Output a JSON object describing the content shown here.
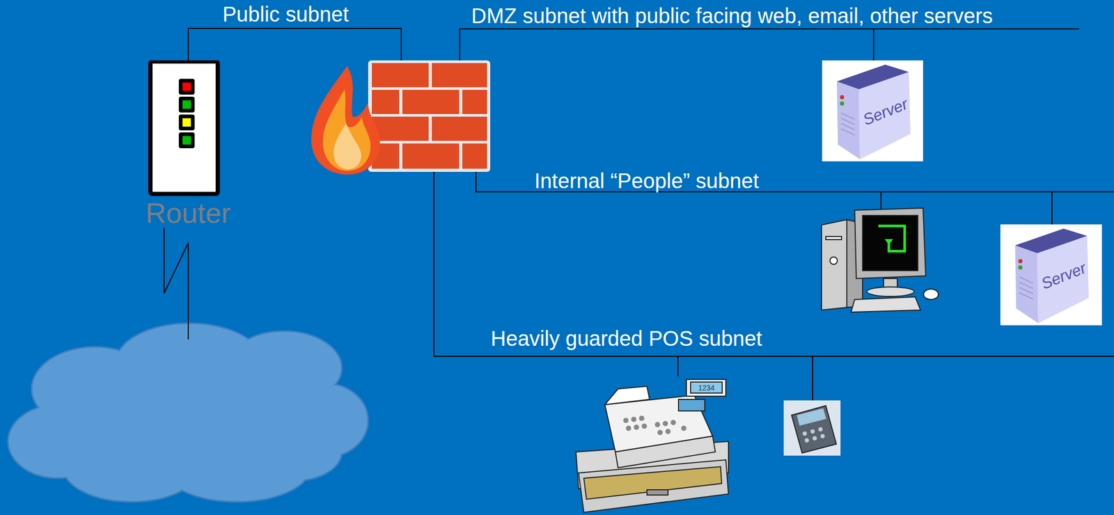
{
  "diagram": {
    "nodes": [
      {
        "text": [
          "Router"
        ]
      },
      {
        "text": [
          "Server"
        ]
      },
      {
        "text": [
          "Server"
        ]
      }
    ],
    "labels": [
      "Public subnet",
      "DMZ subnet with public facing web, email, other servers",
      "Internal “People” subnet",
      "Heavily guarded POS subnet",
      "1234"
    ]
  }
}
